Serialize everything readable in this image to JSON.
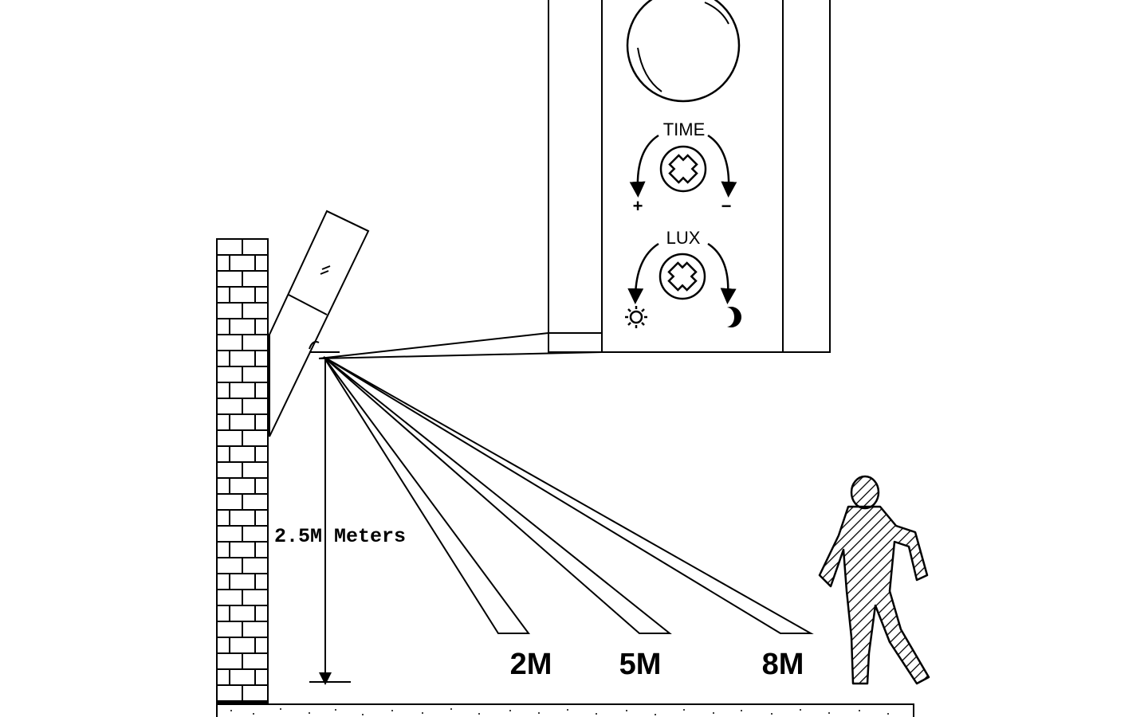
{
  "title": "PIR motion sensor wall lamp detection range",
  "height_label": "2.5M Meters",
  "detection_ranges": [
    {
      "label": "2M",
      "distance_m": 2
    },
    {
      "label": "5M",
      "distance_m": 5
    },
    {
      "label": "8M",
      "distance_m": 8
    }
  ],
  "control_panel": {
    "time_knob": {
      "label": "TIME",
      "left_sign": "+",
      "right_sign": "−"
    },
    "lux_knob": {
      "label": "LUX",
      "left_icon": "sun-icon",
      "right_icon": "moon-icon"
    }
  },
  "colors": {
    "line": "#000000",
    "background": "#ffffff"
  }
}
